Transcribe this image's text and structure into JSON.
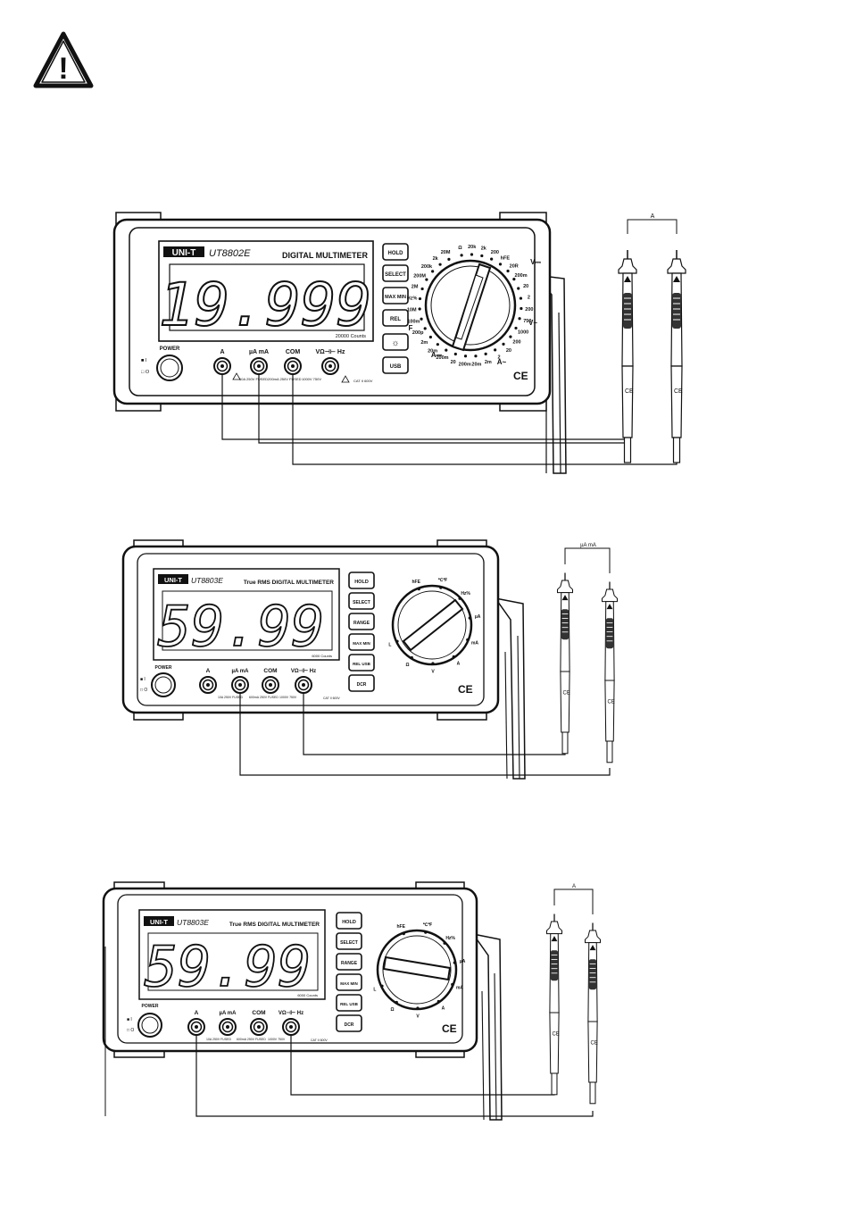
{
  "warning": {
    "icon": "warning-triangle-icon",
    "glyph": "!"
  },
  "meters": [
    {
      "brand": "UNI-T",
      "model": "UT8802E",
      "header": "DIGITAL MULTIMETER",
      "display": "19.999",
      "counts": "20000 Counts",
      "buttons": [
        "HOLD",
        "SELECT",
        "MAX MIN",
        "REL",
        "☼",
        "USB"
      ],
      "power_label": "POWER",
      "power_legend": [
        "■ I",
        "□ O"
      ],
      "jacks": [
        "A",
        "µA mA",
        "COM",
        "VΩ⊣⊢ Hz"
      ],
      "jack_notes": [
        "10A 250V FUSED",
        "200mA 250V FUSED",
        "1000V 750V",
        "CAT II 600V"
      ],
      "dial": [
        "Ω",
        "20k",
        "2k",
        "200",
        "hFE",
        "20R",
        "200m",
        "20",
        "2",
        "200",
        "750",
        "1000",
        "200",
        "20",
        "2",
        "2m",
        "20m",
        "200m",
        "20",
        "200m",
        "20m",
        "2m",
        "200p",
        "100m",
        "10M",
        "Hz%",
        "2M",
        "200M",
        "200k",
        "2k",
        "20M"
      ],
      "dial_units": [
        "V⎓",
        "V~",
        "A~",
        "A⎓",
        "F"
      ],
      "ce": "CE",
      "probe_label": "A"
    },
    {
      "brand": "UNI-T",
      "model": "UT8803E",
      "header": "True RMS  DIGITAL MULTIMETER",
      "display": "59.99",
      "counts": "6000 Counts",
      "buttons": [
        "HOLD",
        "SELECT",
        "RANGE",
        "MAX MIN",
        "REL USB",
        "DCR"
      ],
      "power_label": "POWER",
      "power_legend": [
        "■ I",
        "□ O"
      ],
      "jacks": [
        "A",
        "µA mA",
        "COM",
        "VΩ⊣⊢ Hz"
      ],
      "jack_notes": [
        "10A 250V FUSED",
        "600mA 250V FUSED",
        "1000V 750V",
        "CAT II 600V"
      ],
      "dial": [
        "hFE",
        "℃℉",
        "Hz%",
        "µA",
        "mA",
        "A",
        "V",
        "Ω",
        "L"
      ],
      "ce": "CE",
      "probe_label": "µA mA"
    },
    {
      "brand": "UNI-T",
      "model": "UT8803E",
      "header": "True RMS  DIGITAL MULTIMETER",
      "display": "59.99",
      "counts": "6000 Counts",
      "buttons": [
        "HOLD",
        "SELECT",
        "RANGE",
        "MAX MIN",
        "REL USB",
        "DCR"
      ],
      "power_label": "POWER",
      "power_legend": [
        "■ I",
        "□ O"
      ],
      "jacks": [
        "A",
        "µA mA",
        "COM",
        "VΩ⊣⊢ Hz"
      ],
      "jack_notes": [
        "10A 250V FUSED",
        "600mA 250V FUSED",
        "1000V 750V",
        "CAT II 600V"
      ],
      "dial": [
        "hFE",
        "℃℉",
        "Hz%",
        "µA",
        "mA",
        "A",
        "V",
        "Ω",
        "L"
      ],
      "ce": "CE",
      "probe_label": "A"
    }
  ]
}
